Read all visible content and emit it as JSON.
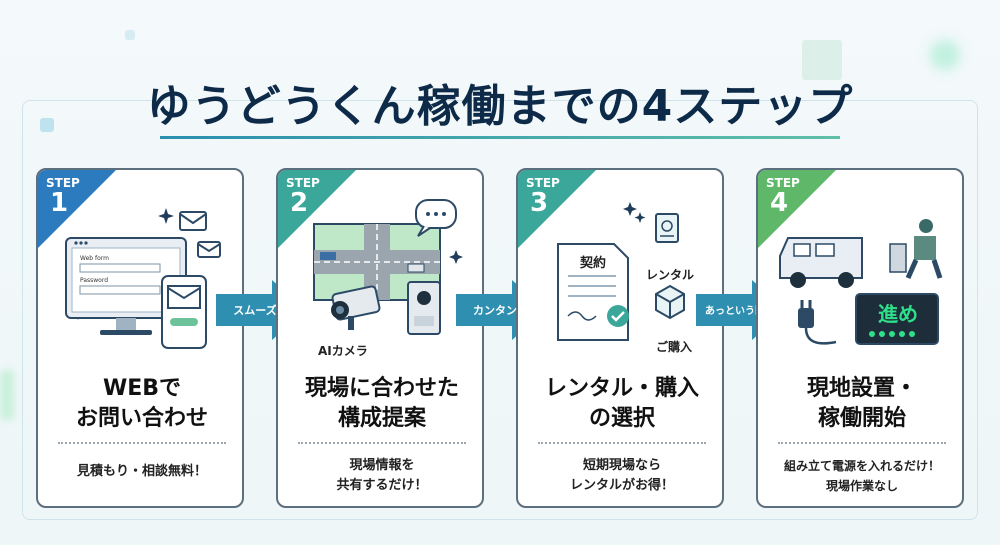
{
  "title": "ゆうどうくん稼働までの4ステップ",
  "colors": {
    "accent_blue": "#2d7bbf",
    "accent_teal": "#3aa79a",
    "accent_green": "#5fb86a",
    "arrow": "#2f8fb0",
    "navy": "#0d2a48"
  },
  "steps": [
    {
      "step_label": "STEP",
      "number": "1",
      "title_line1": "WEBで",
      "title_line2": "お問い合わせ",
      "desc_line1": "見積もり・相談無料！",
      "desc_line2": "",
      "illus": {
        "window_label": "Web form",
        "field_label": "Password"
      }
    },
    {
      "step_label": "STEP",
      "number": "2",
      "title_line1": "現場に合わせた",
      "title_line2": "構成提案",
      "desc_line1": "現場情報を",
      "desc_line2": "共有するだけ！",
      "illus": {
        "camera_label": "AIカメラ"
      }
    },
    {
      "step_label": "STEP",
      "number": "3",
      "title_line1": "レンタル・購入",
      "title_line2": "の選択",
      "desc_line1": "短期現場なら",
      "desc_line2": "レンタルがお得！",
      "illus": {
        "contract_label": "契約",
        "rental_label": "レンタル",
        "purchase_label": "ご購入"
      }
    },
    {
      "step_label": "STEP",
      "number": "4",
      "title_line1": "現地設置・",
      "title_line2": "稼働開始",
      "desc_line1": "組み立て電源を入れるだけ！",
      "desc_line2": "現場作業なし",
      "illus": {
        "screen_text": "進め"
      }
    }
  ],
  "arrows": [
    {
      "label": "スムーズ"
    },
    {
      "label": "カンタン"
    },
    {
      "label": "あっという間"
    }
  ]
}
